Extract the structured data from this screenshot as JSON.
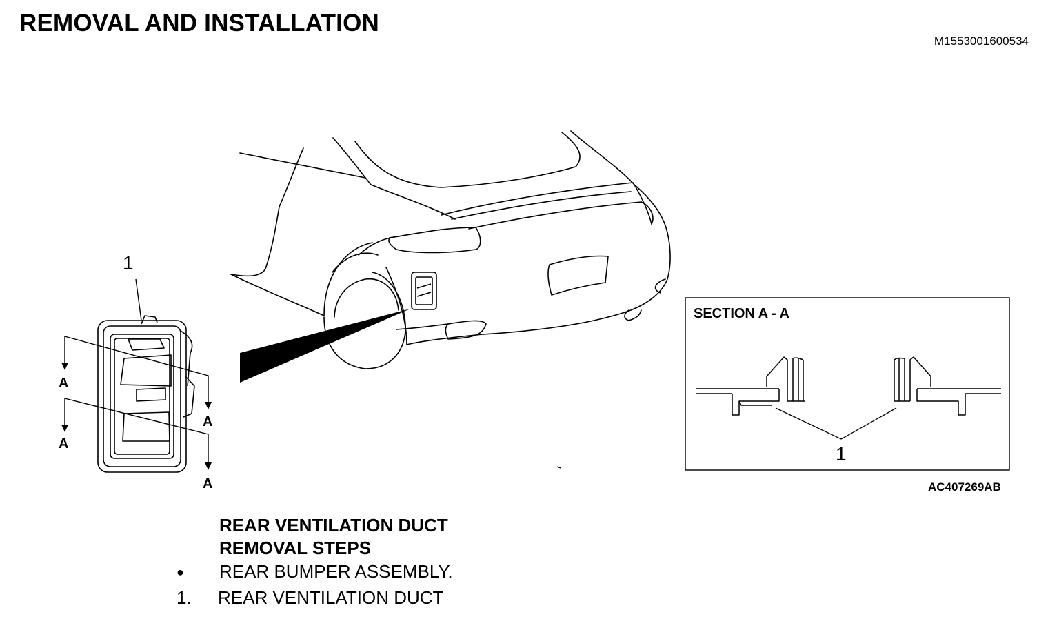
{
  "page": {
    "title": "REMOVAL AND INSTALLATION",
    "doc_id": "M1553001600534"
  },
  "figure": {
    "figure_id": "AC407269AB",
    "part_callout": "1",
    "section_marker": "A",
    "section_title": "SECTION A - A",
    "section_callout": "1"
  },
  "steps": {
    "heading_line1": "REAR VENTILATION DUCT",
    "heading_line2": "REMOVAL STEPS",
    "items": [
      {
        "marker": "●",
        "text": "REAR BUMPER ASSEMBLY."
      },
      {
        "marker": "1.",
        "text": "REAR VENTILATION DUCT"
      }
    ]
  }
}
